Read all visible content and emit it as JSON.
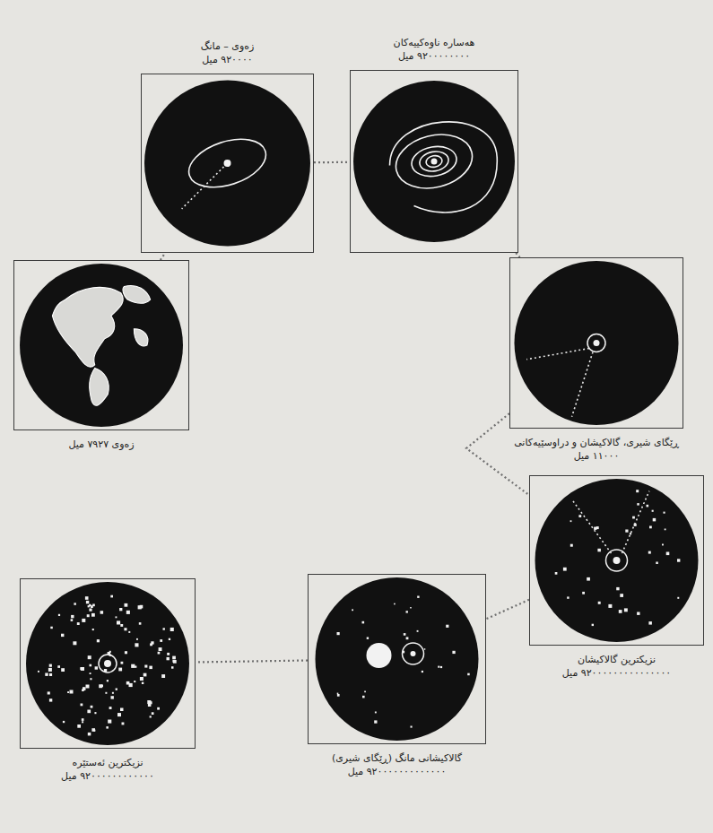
{
  "diagram": {
    "nodes": [
      {
        "text": [
          "زەوی – مانگ",
          "٩٢٠٠٠٠ میل"
        ]
      },
      {
        "text": [
          "هەسارە ناوەکییەکان",
          "٩٢٠٠٠٠٠٠٠٠ میل"
        ]
      },
      {
        "text": [
          "زەوی ٧٩٢٧ میل"
        ]
      },
      {
        "text": [
          "ڕێگای شیری، گالاکیشان و دراوسێیەکانی",
          "١١٠٠٠ میل"
        ]
      },
      {
        "text": [
          "نزیکترین گالاکیشان",
          "٩٢٠٠٠٠٠٠٠٠٠٠٠٠٠٠٠ میل"
        ]
      },
      {
        "text": [
          "نزیکترین ئەستێرە",
          "٩٢٠٠٠٠٠٠٠٠٠٠٠٠ میل"
        ]
      },
      {
        "text": [
          "گالاکیشانی مانگ (ڕێگای شیری)",
          "٩٢٠٠٠٠٠٠٠٠٠٠٠٠٠ میل"
        ]
      }
    ],
    "edges": [
      {
        "from": 2,
        "to": 0,
        "arrow": "none"
      },
      {
        "from": 0,
        "to": 1,
        "arrow": "none"
      },
      {
        "from": 1,
        "to": 3,
        "arrow": "none"
      },
      {
        "from": 3,
        "to": 4,
        "arrow": "none"
      },
      {
        "from": 4,
        "to": 6,
        "arrow": "none"
      },
      {
        "from": 6,
        "to": 5,
        "arrow": "none"
      }
    ]
  }
}
